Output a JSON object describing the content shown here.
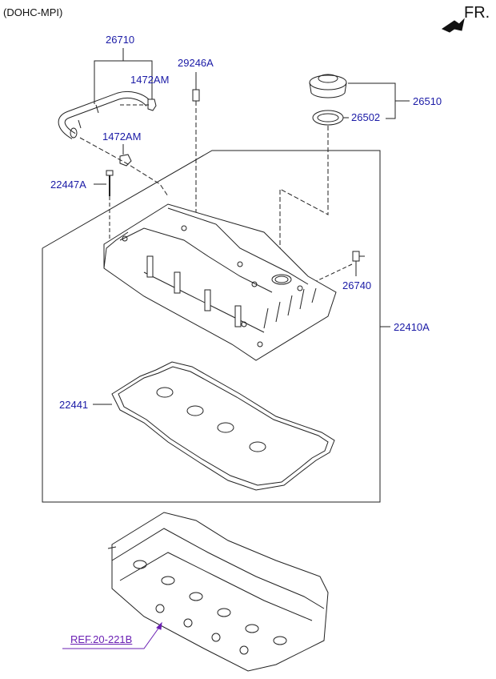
{
  "header": {
    "variant": "(DOHC-MPI)",
    "direction": "FR."
  },
  "callouts": {
    "breather_hose": "26710",
    "clip_upper": "1472AM",
    "clip_lower": "1472AM",
    "pcv_valve": "29246A",
    "oil_filler_cap": "26510",
    "cap_seal": "26502",
    "bolt": "22447A",
    "sensor": "26740",
    "cover_assy": "22410A",
    "gasket": "22441"
  },
  "reference": {
    "label": "REF.20-221B"
  },
  "colors": {
    "label_blue": "#1a1aa6",
    "reference_purple": "#6a1fb3",
    "line": "#222222"
  }
}
